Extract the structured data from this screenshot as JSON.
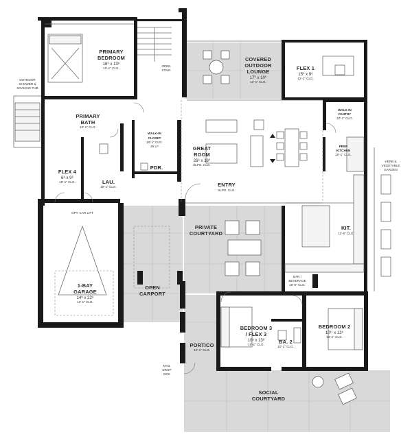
{
  "rooms": {
    "primary_bedroom": {
      "name1": "PRIMARY",
      "name2": "BEDROOM",
      "dims": "16⁰ x 13⁶",
      "ceiling": "10'-1\" CLG."
    },
    "open_stair": {
      "name1": "OPEN",
      "name2": "STAIR"
    },
    "covered_lounge": {
      "name1": "COVERED",
      "name2": "OUTDOOR",
      "name3": "LOUNGE",
      "dims": "17⁰ x 10⁰",
      "ceiling": "12'-1\" CLG."
    },
    "flex1": {
      "name": "FLEX 1",
      "dims": "15⁰ x 9⁶",
      "ceiling": "12'-1\" CLG."
    },
    "primary_bath": {
      "name1": "PRIMARY",
      "name2": "BATH",
      "ceiling": "10'-1\" CLG."
    },
    "walk_in_closet": {
      "name1": "WALK-IN",
      "name2": "CLOSET",
      "ceiling": "10'-1\" CLG."
    },
    "great_room": {
      "name1": "GREAT",
      "name2": "ROOM",
      "dims": "26⁶ x 18⁰",
      "ceiling": "SLPG. CLG."
    },
    "walk_in_pantry": {
      "name1": "WALK-IN",
      "name2": "PANTRY",
      "ceiling": "10'-1\" CLG."
    },
    "prep_kitchen": {
      "name1": "PREP",
      "name2": "KITCHEN",
      "ceiling": "10'-1\" CLG."
    },
    "herb_garden": {
      "name1": "HERB &",
      "name2": "VEGETABLE",
      "name3": "GARDEN"
    },
    "flex4": {
      "name": "FLEX 4",
      "dims": "6⁸ x 9⁶",
      "ceiling": "10'-1\" CLG."
    },
    "laundry": {
      "name": "LAU.",
      "ceiling": "10'-1\" CLG."
    },
    "powder": {
      "name": "PDR.",
      "ceiling": "10'-1\" CLG."
    },
    "entry": {
      "name": "ENTRY",
      "ceiling": "SLPG. CLG."
    },
    "private_courtyard": {
      "name1": "PRIVATE",
      "name2": "COURTYARD"
    },
    "kitchen": {
      "name": "KIT.",
      "ceiling": "11'-6\" CLG."
    },
    "garage": {
      "name1": "1-BAY",
      "name2": "GARAGE",
      "dims": "14⁸ x 22⁸",
      "ceiling": "12'-1\" CLG."
    },
    "open_carport": {
      "name1": "OPEN",
      "name2": "CARPORT"
    },
    "bar_beverage": {
      "name1": "BAR /",
      "name2": "BEVERAGE",
      "ceiling": "10'-6\" CLG."
    },
    "bedroom3": {
      "name1": "BEDROOM 3",
      "name2": "/ FLEX 3",
      "dims": "10⁸ x 13⁸",
      "ceiling": "10'-1\" CLG."
    },
    "bath2": {
      "name": "BA. 2",
      "ceiling": "10'-1\" CLG."
    },
    "bedroom2": {
      "name": "BEDROOM 2",
      "dims": "10¹¹ x 13⁶",
      "ceiling": "10'-1\" CLG."
    },
    "portico": {
      "name": "PORTICO",
      "ceiling": "10'-1\" CLG."
    },
    "social_courtyard": {
      "name1": "SOCIAL",
      "name2": "COURTYARD"
    }
  },
  "notes": {
    "outdoor_shower1": "OUTDOOR",
    "outdoor_shower2": "SHOWER &",
    "outdoor_shower3": "SOAKING TUB",
    "car_lift": "OPT. CAR LIFT",
    "mail_drop1": "MAIL",
    "mail_drop2": "DROP",
    "mail_drop3": "BOX",
    "closet_lf": "25 LF"
  },
  "colors": {
    "wall": "#1a1a1a",
    "patio": "#d9d9d9",
    "grid": "#bdbdbd"
  }
}
